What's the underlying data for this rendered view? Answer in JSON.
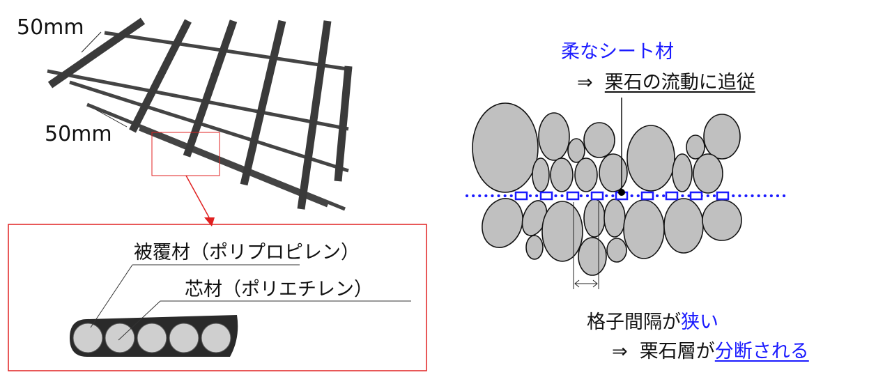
{
  "left": {
    "spacing_top": "50mm",
    "spacing_bottom": "50mm",
    "coating_label": "被覆材（ポリプロピレン）",
    "core_label": "芯材（ポリエチレン）"
  },
  "right": {
    "top_heading": "柔なシート材",
    "top_arrow": "⇒",
    "top_result": "栗石の流動に追従",
    "bottom_heading_prefix": "格子間隔が",
    "bottom_heading_emph": "狭い",
    "bottom_arrow": "⇒",
    "bottom_result_prefix": "栗石層が",
    "bottom_result_emph": "分断される"
  },
  "colors": {
    "accent_blue": "#1a1aff",
    "highlight_red": "#e02020",
    "stone_fill": "#c0c0c0"
  }
}
